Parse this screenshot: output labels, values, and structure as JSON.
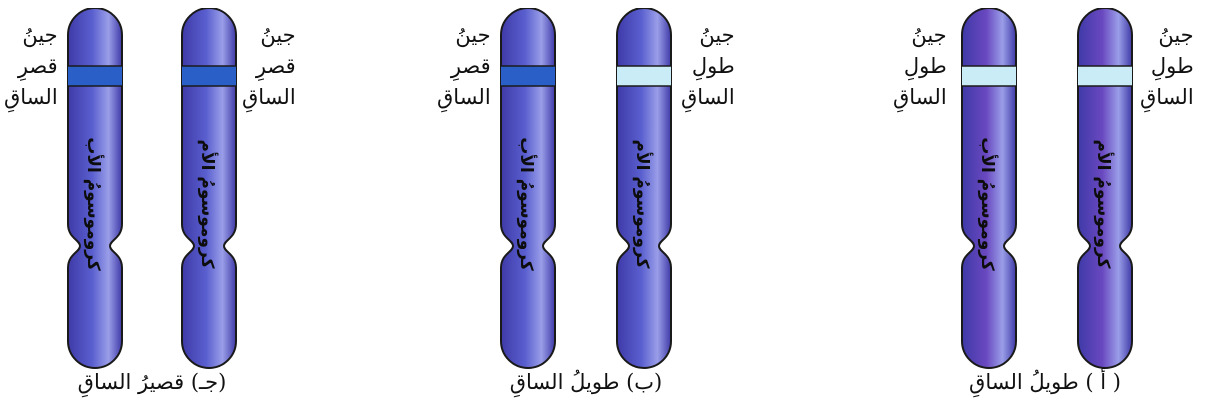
{
  "colors": {
    "chromosome_dark": "#3f3aa8",
    "chromosome_mid": "#5a5fcf",
    "chromosome_light": "#9a9ee8",
    "chromosome_violet": "#6a48c0",
    "band_short": "#2a5fc8",
    "band_tall": "#c9ecf7"
  },
  "panels": [
    {
      "caption": "(جـ) قصيرُ الساقِ",
      "father": {
        "text": "كروموسومُ الأب",
        "band": "short",
        "gene_label": [
          "جينُ",
          "قصرِ",
          "الساقِ"
        ]
      },
      "mother": {
        "text": "كروموسومُ الأم",
        "band": "short",
        "gene_label": [
          "جينُ",
          "قصرِ",
          "الساقِ"
        ]
      }
    },
    {
      "caption": "(ب) طويلُ الساقِ",
      "father": {
        "text": "كروموسومُ الأب",
        "band": "short",
        "gene_label": [
          "جينُ",
          "قصرِ",
          "الساقِ"
        ]
      },
      "mother": {
        "text": "كروموسومُ الأم",
        "band": "tall",
        "gene_label": [
          "جينُ",
          "طولِ",
          "الساقِ"
        ]
      }
    },
    {
      "caption": "( أ ) طويلُ الساقِ",
      "father": {
        "text": "كروموسومُ الأب",
        "band": "tall",
        "gene_label": [
          "جينُ",
          "طولِ",
          "الساقِ"
        ]
      },
      "mother": {
        "text": "كروموسومُ الأم",
        "band": "tall",
        "gene_label": [
          "جينُ",
          "طولِ",
          "الساقِ"
        ]
      }
    }
  ]
}
